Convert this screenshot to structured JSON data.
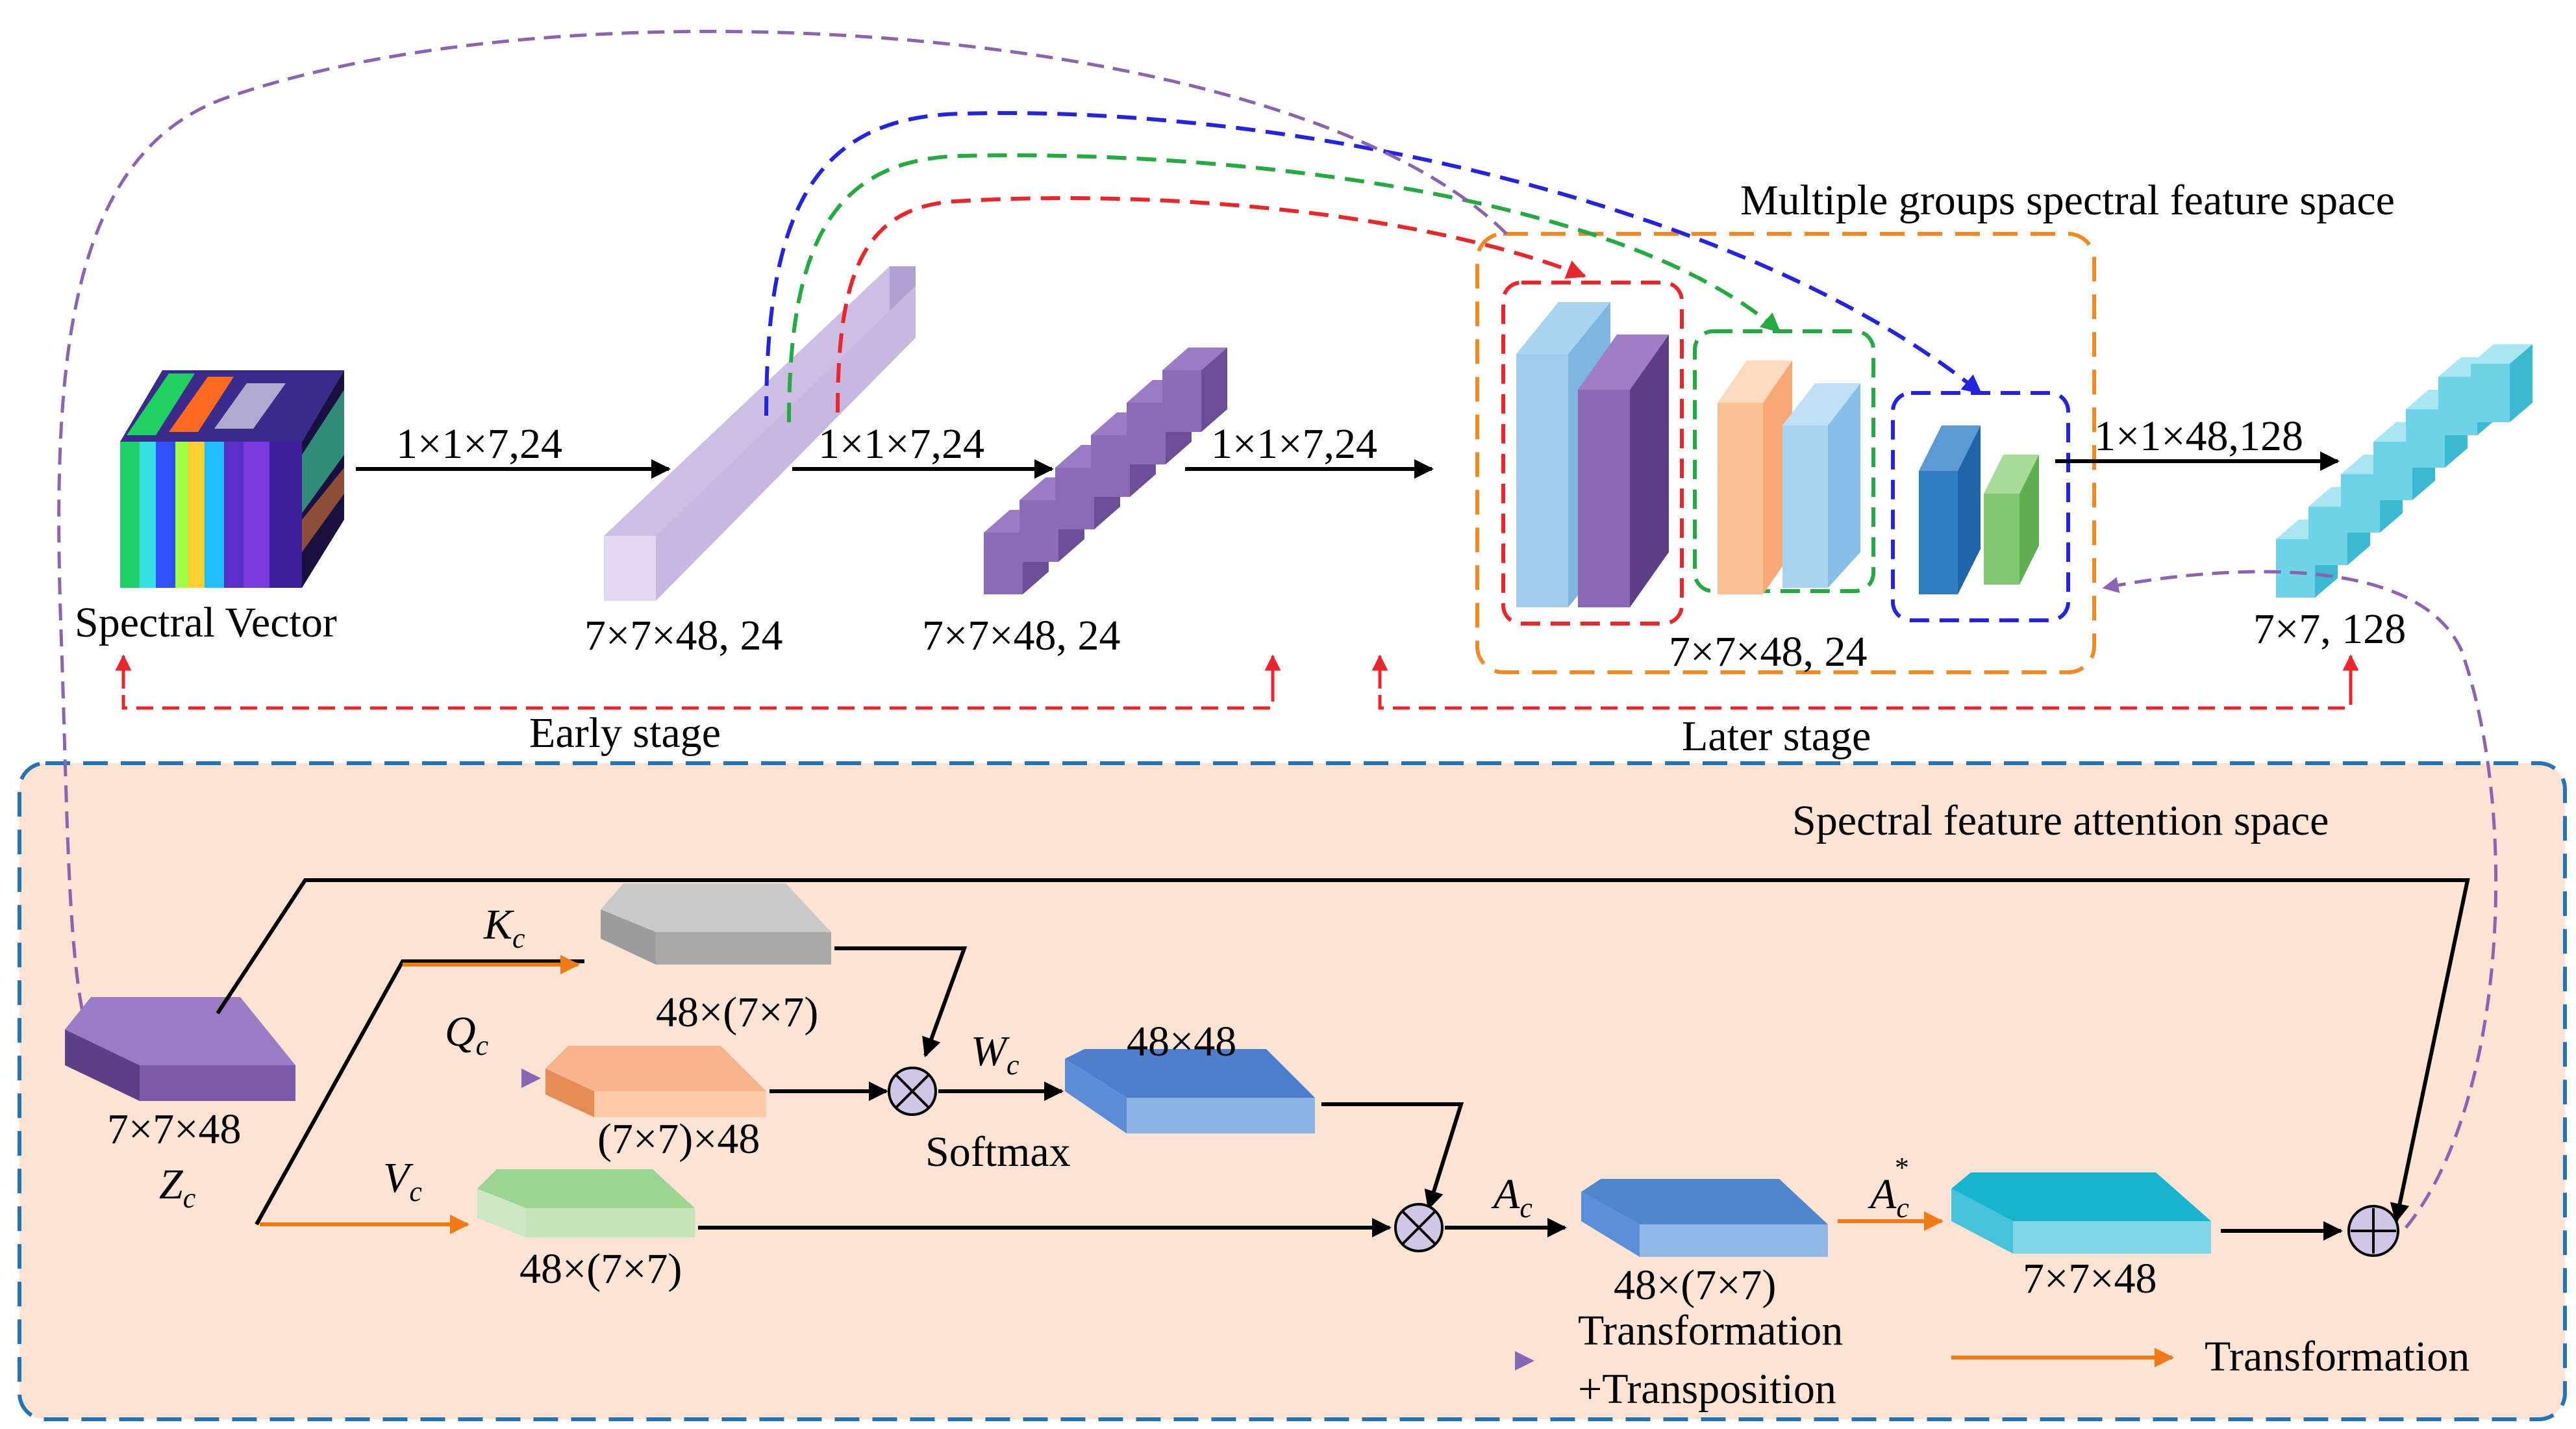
{
  "labels": {
    "multi_group_title": "Multiple groups spectral feature space",
    "attention_title": "Spectral feature attention space",
    "spectral_vector": "Spectral Vector",
    "conv1": "1×1×7,24",
    "conv2": "1×1×7,24",
    "conv3": "1×1×7,24",
    "conv4": "1×1×48,128",
    "size1": "7×7×48, 24",
    "size2": "7×7×48, 24",
    "size3": "7×7×48, 24",
    "size4": "7×7, 128",
    "early_stage": "Early stage",
    "later_stage": "Later stage",
    "zc_size": "7×7×48",
    "zc": "Z",
    "zc_sub": "c",
    "kc": "K",
    "kc_sub": "c",
    "qc": "Q",
    "qc_sub": "c",
    "vc": "V",
    "vc_sub": "c",
    "wc": "W",
    "wc_sub": "c",
    "ac": "A",
    "ac_sub": "c",
    "ac_star": "A",
    "ac_star_sub": "c",
    "ac_star_sup": "*",
    "k_size": "48×(7×7)",
    "q_size": "(7×7)×48",
    "v_size": "48×(7×7)",
    "w_size": "48×48",
    "softmax": "Softmax",
    "a_size": "48×(7×7)",
    "a_star_size": "7×7×48",
    "legend_trans_transp_1": "Transformation",
    "legend_trans_transp_2": "+Transposition",
    "legend_trans": "Transformation"
  },
  "colors": {
    "red_dash": "#e8262c",
    "green_dash": "#25a942",
    "blue_dash": "#2323e0",
    "orange_dash": "#f08a24",
    "purple_dash": "#8a64b0",
    "attention_bg": "#fde3d3",
    "attention_border": "#2373b5",
    "orange_arrow": "#f07b16",
    "purple_arrow": "#8866b6"
  }
}
